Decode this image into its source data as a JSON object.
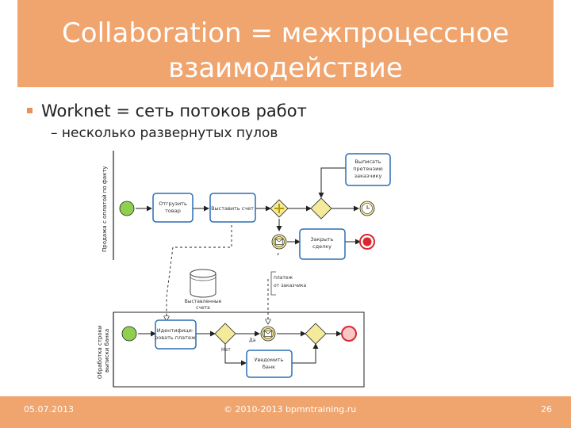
{
  "title": {
    "line1": "Collaboration = межпроцессное",
    "line2": "взаимодействие"
  },
  "bullets": [
    {
      "text": "Worknet = сеть потоков работ"
    },
    {
      "text": "– несколько развернутых пулов"
    }
  ],
  "pools": [
    {
      "label": "Продажа с оплатой по факту"
    },
    {
      "label_line1": "Обработка строки",
      "label_line2": "выписки банка"
    }
  ],
  "tasks": {
    "ship": {
      "line1": "Отгрузить",
      "line2": "товар"
    },
    "invoice": {
      "line1": "Выставить счет",
      "line2": ""
    },
    "demand": {
      "line1": "Выписать",
      "line2": "претензию",
      "line3": "заказчику"
    },
    "close": {
      "line1": "Закрыть",
      "line2": "сделку"
    },
    "identify": {
      "line1": "Идентифици-",
      "line2": "ровать платеж"
    },
    "notify": {
      "line1": "Уведомить",
      "line2": "банк"
    }
  },
  "annotations": {
    "datastore_line1": "Выставленные",
    "datastore_line2": "счета",
    "message_line1": "платеж",
    "message_line2": "от заказчика",
    "no_label": "Нет",
    "yes_label": "Да"
  },
  "colors": {
    "accent": "#f0a46e",
    "task_stroke": "#2a6fb5",
    "start": "#8fd14f",
    "end": "#d9282f",
    "gateway": "#f3eb9a"
  },
  "footer": {
    "date": "05.07.2013",
    "copyright": "© 2010-2013 bpmntraining.ru",
    "page": "26"
  }
}
